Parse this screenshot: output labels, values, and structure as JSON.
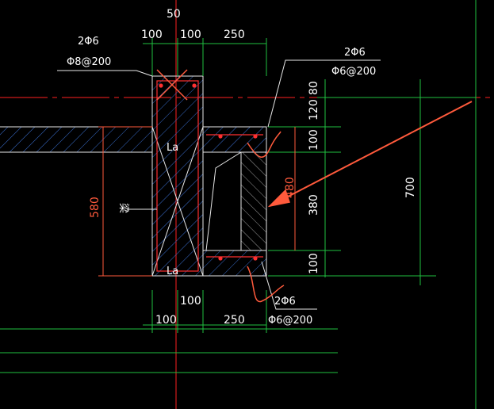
{
  "colors": {
    "background": "#000000",
    "dimension": "#20c040",
    "axis": "#ff2020",
    "outline": "#e8e8e8",
    "hatch": "#3a6fd0",
    "rebar": "#ff3030",
    "annotation": "#ff5a3c"
  },
  "dims": {
    "top_50": "50",
    "top_100a": "100",
    "top_100b": "100",
    "top_250": "250",
    "right_80": "80",
    "right_120": "120",
    "right_100a": "100",
    "right_380": "380",
    "right_100b": "100",
    "overall_700": "700",
    "bottom_100mid": "100",
    "bottom_100": "100",
    "bottom_250": "250",
    "left_580": "580",
    "inner_480": "480"
  },
  "labels": {
    "top_left_rebar": "2Φ6",
    "top_left_stirrup": "Φ8@200",
    "top_right_rebar": "2Φ6",
    "top_right_stirrup": "Φ6@200",
    "bottom_rebar": "2Φ6",
    "bottom_stirrup": "Φ6@200",
    "la_top": "La",
    "la_bottom": "La",
    "beam_label": "梁"
  }
}
